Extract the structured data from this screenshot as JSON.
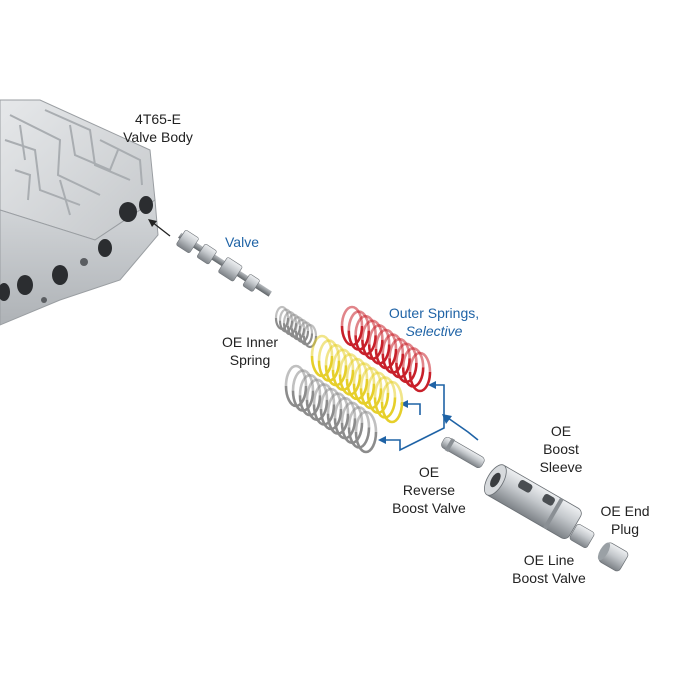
{
  "labels": {
    "valve_body": [
      "4T65-E",
      "Valve Body"
    ],
    "valve": "Valve",
    "outer_springs": [
      "Outer Springs,",
      "Selective"
    ],
    "inner_spring": [
      "OE Inner",
      "Spring"
    ],
    "reverse_boost_valve": [
      "OE",
      "Reverse",
      "Boost Valve"
    ],
    "boost_sleeve": [
      "OE",
      "Boost",
      "Sleeve"
    ],
    "end_plug": [
      "OE End",
      "Plug"
    ],
    "line_boost_valve": [
      "OE Line",
      "Boost Valve"
    ]
  },
  "colors": {
    "accent_blue": "#1f63a6",
    "spring_red": "#c8202a",
    "spring_yellow": "#e6cf2a",
    "spring_gray": "#8c8c8c",
    "metal": "#b9bdc2",
    "casting": "#cfd2d5"
  }
}
